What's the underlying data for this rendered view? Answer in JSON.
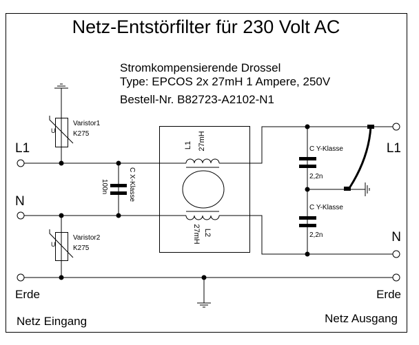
{
  "title": "Netz-Entstörfilter für 230 Volt AC",
  "info": {
    "line1": "Stromkompensierende Drossel",
    "line2": "Type: EPCOS 2x 27mH 1 Ampere, 250V",
    "line3": "Bestell-Nr. B82723-A2102-N1"
  },
  "input": {
    "l1": "L1",
    "n": "N",
    "erde": "Erde",
    "caption": "Netz Eingang"
  },
  "output": {
    "l1": "L1",
    "n": "N",
    "erde": "Erde",
    "caption": "Netz Ausgang"
  },
  "varistor1": {
    "name": "Varistor1",
    "type": "K275",
    "symbol": "U"
  },
  "varistor2": {
    "name": "Varistor2",
    "type": "K275",
    "symbol": "U"
  },
  "cx": {
    "value": "100n",
    "class": "C X-Klasse"
  },
  "choke": {
    "l1_name": "L1",
    "l1_value": "27mH",
    "l2_name": "L2",
    "l2_value": "27mH"
  },
  "cy1": {
    "class": "C Y-Klasse",
    "value": "2,2n"
  },
  "cy2": {
    "class": "C Y-Klasse",
    "value": "2,2n"
  }
}
